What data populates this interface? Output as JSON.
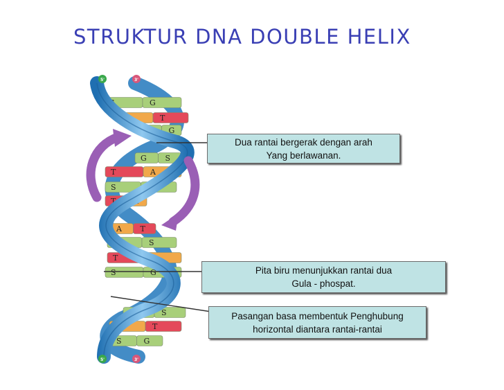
{
  "title": "STRUKTUR DNA DOUBLE HELIX",
  "callouts": {
    "c1": {
      "line1": "Dua rantai bergerak dengan arah",
      "line2": "Yang berlawanan."
    },
    "c2": {
      "line1": "Pita biru menunjukkan rantai dua",
      "line2": "Gula - phospat."
    },
    "c3": {
      "line1": "Pasangan basa membentuk Penghubung",
      "line2": "horizontal diantara rantai-rantai"
    }
  },
  "strand_end_labels": {
    "top_left": "5'",
    "top_right": "3'",
    "bottom_left": "5'",
    "bottom_right": "3'"
  },
  "base_pairs": [
    {
      "left": "S",
      "right": "G"
    },
    {
      "left": "A",
      "right": "T"
    },
    {
      "left": "S",
      "right": "G"
    },
    {
      "left": "G",
      "right": "S"
    },
    {
      "left": "T",
      "right": "A"
    },
    {
      "left": "S",
      "right": "G"
    },
    {
      "left": "T",
      "right": "A"
    },
    {
      "left": "A",
      "right": "T"
    },
    {
      "left": "G",
      "right": "S"
    },
    {
      "left": "T",
      "right": "A"
    },
    {
      "left": "S",
      "right": "G"
    },
    {
      "left": "G",
      "right": "S"
    },
    {
      "left": "A",
      "right": "T"
    },
    {
      "left": "S",
      "right": "G"
    }
  ],
  "colors": {
    "title": "#3a3fb4",
    "strand": "#3d8fcf",
    "arrow": "#9a5fb5",
    "callout_bg": "#bfe3e4",
    "end_dot_green": "#3aa84b",
    "end_dot_pink": "#d9577a",
    "base_green": "#a8cf7a",
    "base_orange": "#f1a84a",
    "base_red": "#e4495a",
    "base_purple": "#c7a5d8"
  }
}
